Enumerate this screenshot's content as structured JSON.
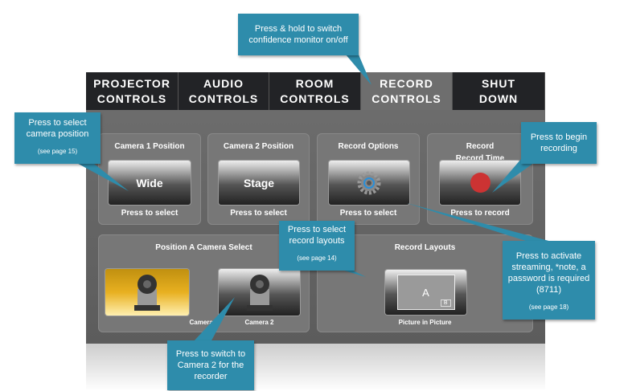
{
  "tabs": [
    {
      "l1": "PROJECTOR",
      "l2": "CONTROLS"
    },
    {
      "l1": "AUDIO",
      "l2": "CONTROLS"
    },
    {
      "l1": "ROOM",
      "l2": "CONTROLS"
    },
    {
      "l1": "RECORD",
      "l2": "CONTROLS"
    },
    {
      "l1": "SHUT",
      "l2": "DOWN"
    }
  ],
  "cards": {
    "cam1": {
      "title": "Camera 1 Position",
      "button": "Wide",
      "hint": "Press to select"
    },
    "cam2": {
      "title": "Camera 2 Position",
      "button": "Stage",
      "hint": "Press to select"
    },
    "options": {
      "title": "Record Options",
      "hint": "Press to select"
    },
    "record": {
      "title": "Record",
      "title2": "Record Time",
      "hint": "Press to record"
    },
    "camsel": {
      "title": "Position A Camera Select",
      "cam1": "Camera 1",
      "cam2": "Camera 2"
    },
    "layouts": {
      "title": "Record Layouts",
      "label": "Picture in Picture",
      "a": "A",
      "b": "B"
    }
  },
  "callouts": {
    "top": "Press & hold to switch confidence monitor on/off",
    "left": "Press to select camera position",
    "left_ref": "(see page 15)",
    "right": "Press to begin recording",
    "mid": "Press to select record layouts",
    "mid_ref": "(see page 14)",
    "stream": "Press to activate streaming, *note, a password is required (8711)",
    "stream_ref": "(see page 18)",
    "bottom": "Press to switch to Camera 2 for the recorder"
  },
  "colors": {
    "callout": "#2e8cab",
    "record": "#cc3333",
    "active_cam": "#e8b020"
  }
}
